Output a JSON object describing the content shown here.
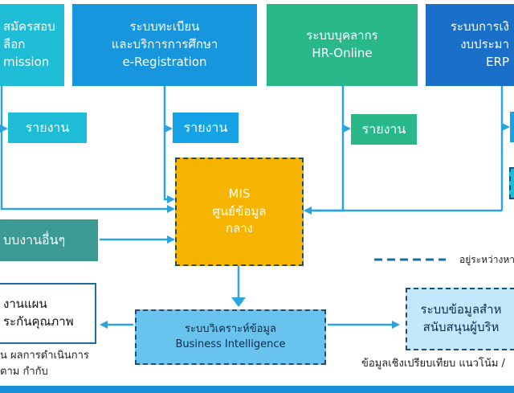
{
  "boxes": {
    "admission": {
      "line1": "สมัครสอบ",
      "line2": "ลือก",
      "line3": "mission"
    },
    "registration": {
      "line1": "ระบบทะเบียน",
      "line2": "และบริการการศึกษา",
      "line3": "e-Registration"
    },
    "hr": {
      "line1": "ระบบบุคลากร",
      "line2": "HR-Online"
    },
    "erp": {
      "line1": "ระบบการเงิ",
      "line2": "งบประมา",
      "line3": "ERP"
    },
    "mis": {
      "line1": "MIS",
      "line2": "ศูนย์ข้อมูล",
      "line3": "กลาง"
    },
    "other_systems": {
      "label": "บบงานอื่นๆ"
    },
    "planning": {
      "line1": "งานแผน",
      "line2": "ระกันคุณภาพ"
    },
    "bi": {
      "line1": "ระบบวิเคราะห์ข้อมูล",
      "line2": "Business Intelligence"
    },
    "exec": {
      "line1": "ระบบข้อมูลสำห",
      "line2": "สนับสนุนผู้บริห"
    }
  },
  "reports": {
    "label": "รายงาน"
  },
  "legend": {
    "label": "อยู่ระหว่างหาร"
  },
  "notes": {
    "left_line1": "น ผลการดำเนินการ",
    "left_line2": "ตาม กำกับ",
    "right": "ข้อมูลเชิงเปรียบเทียบ แนวโน้ม /"
  },
  "colors": {
    "cyan": "#1fbcd6",
    "blue": "#1795dd",
    "green": "#28b889",
    "dark_blue": "#1a6fc8",
    "report_blue": "#15a3e6",
    "mis_yellow": "#f6b400",
    "teal": "#3b9a94",
    "bi_blue": "#68c4ee",
    "exec_blue": "#c3e8fb",
    "arrow": "#2aa4de"
  }
}
